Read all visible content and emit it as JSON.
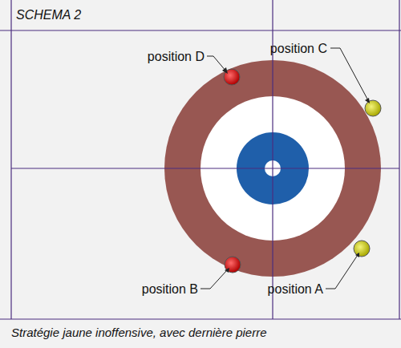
{
  "diagram": {
    "title": "SCHEMA 2",
    "caption": "Stratégie jaune inoffensive, avec dernière pierre",
    "labels": [
      "position D",
      "position C",
      "position B",
      "position A"
    ]
  }
}
